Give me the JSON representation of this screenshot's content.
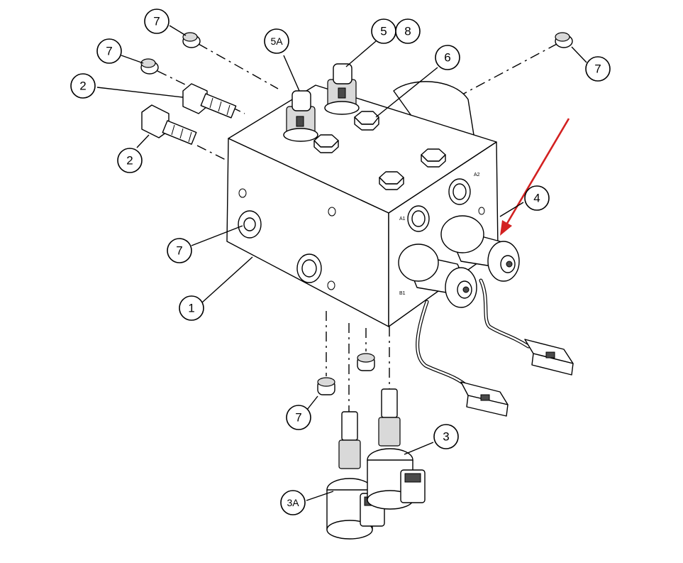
{
  "diagram": {
    "callouts": [
      {
        "id": "c7-top-left",
        "label": "7"
      },
      {
        "id": "c7-left-upper",
        "label": "7"
      },
      {
        "id": "c2-upper",
        "label": "2"
      },
      {
        "id": "c2-lower",
        "label": "2"
      },
      {
        "id": "c5a",
        "label": "5A"
      },
      {
        "id": "c5",
        "label": "5"
      },
      {
        "id": "c8",
        "label": "8"
      },
      {
        "id": "c6",
        "label": "6"
      },
      {
        "id": "c7-right",
        "label": "7"
      },
      {
        "id": "c4",
        "label": "4"
      },
      {
        "id": "c7-mid-left",
        "label": "7"
      },
      {
        "id": "c1",
        "label": "1"
      },
      {
        "id": "c7-bottom",
        "label": "7"
      },
      {
        "id": "c3",
        "label": "3"
      },
      {
        "id": "c3a",
        "label": "3A"
      }
    ],
    "port_labels": {
      "a1": "A1",
      "a2": "A2",
      "b1": "B1"
    },
    "highlight_arrow_color": "#d32020"
  }
}
